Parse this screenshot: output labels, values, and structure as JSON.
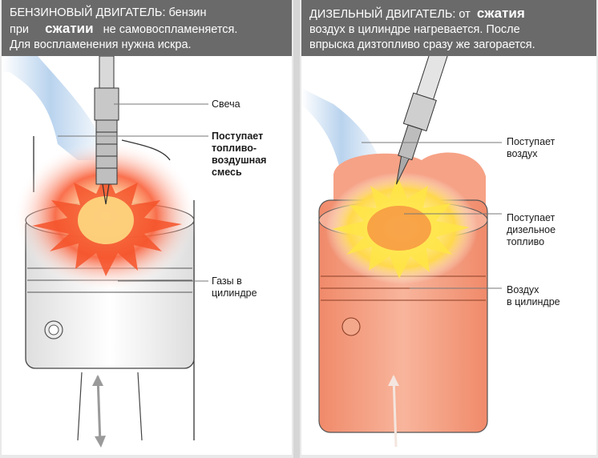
{
  "left_panel": {
    "header": {
      "line1_prefix": "БЕНЗИНОВЫЙ ДВИГАТЕЛЬ: бензин",
      "line2_prefix": "при",
      "line2_emphasis": "сжатии",
      "line2_suffix": "не самовоспламеняется.",
      "line3": "Для воспламенения нужна искра."
    },
    "labels": {
      "spark_plug": "Свеча",
      "mixture_line1": "Поступает",
      "mixture_line2": "топливо-",
      "mixture_line3": "воздушная",
      "mixture_line4": "смесь",
      "gases_line1": "Газы в",
      "gases_line2": "цилиндре"
    }
  },
  "right_panel": {
    "header": {
      "line1_prefix": "ДИЗЕЛЬНЫЙ ДВИГАТЕЛЬ: от",
      "line1_emphasis": "сжатия",
      "line2": "воздух в цилиндре нагревается. После",
      "line3": "впрыска дизтопливо сразу же загорается."
    },
    "labels": {
      "air_in_line1": "Поступает",
      "air_in_line2": "воздух",
      "diesel_line1": "Поступает",
      "diesel_line2": "дизельное",
      "diesel_line3": "топливо",
      "cyl_air_line1": "Воздух",
      "cyl_air_line2": "в цилиндре"
    }
  },
  "colors": {
    "header_bg": "#6a6a6a",
    "header_text": "#ffffff",
    "flame_red": "#f04a1a",
    "flame_yellow": "#ffe23a",
    "cylinder_hot": "#f7a184",
    "intake_blue": "#b9d3ee"
  }
}
